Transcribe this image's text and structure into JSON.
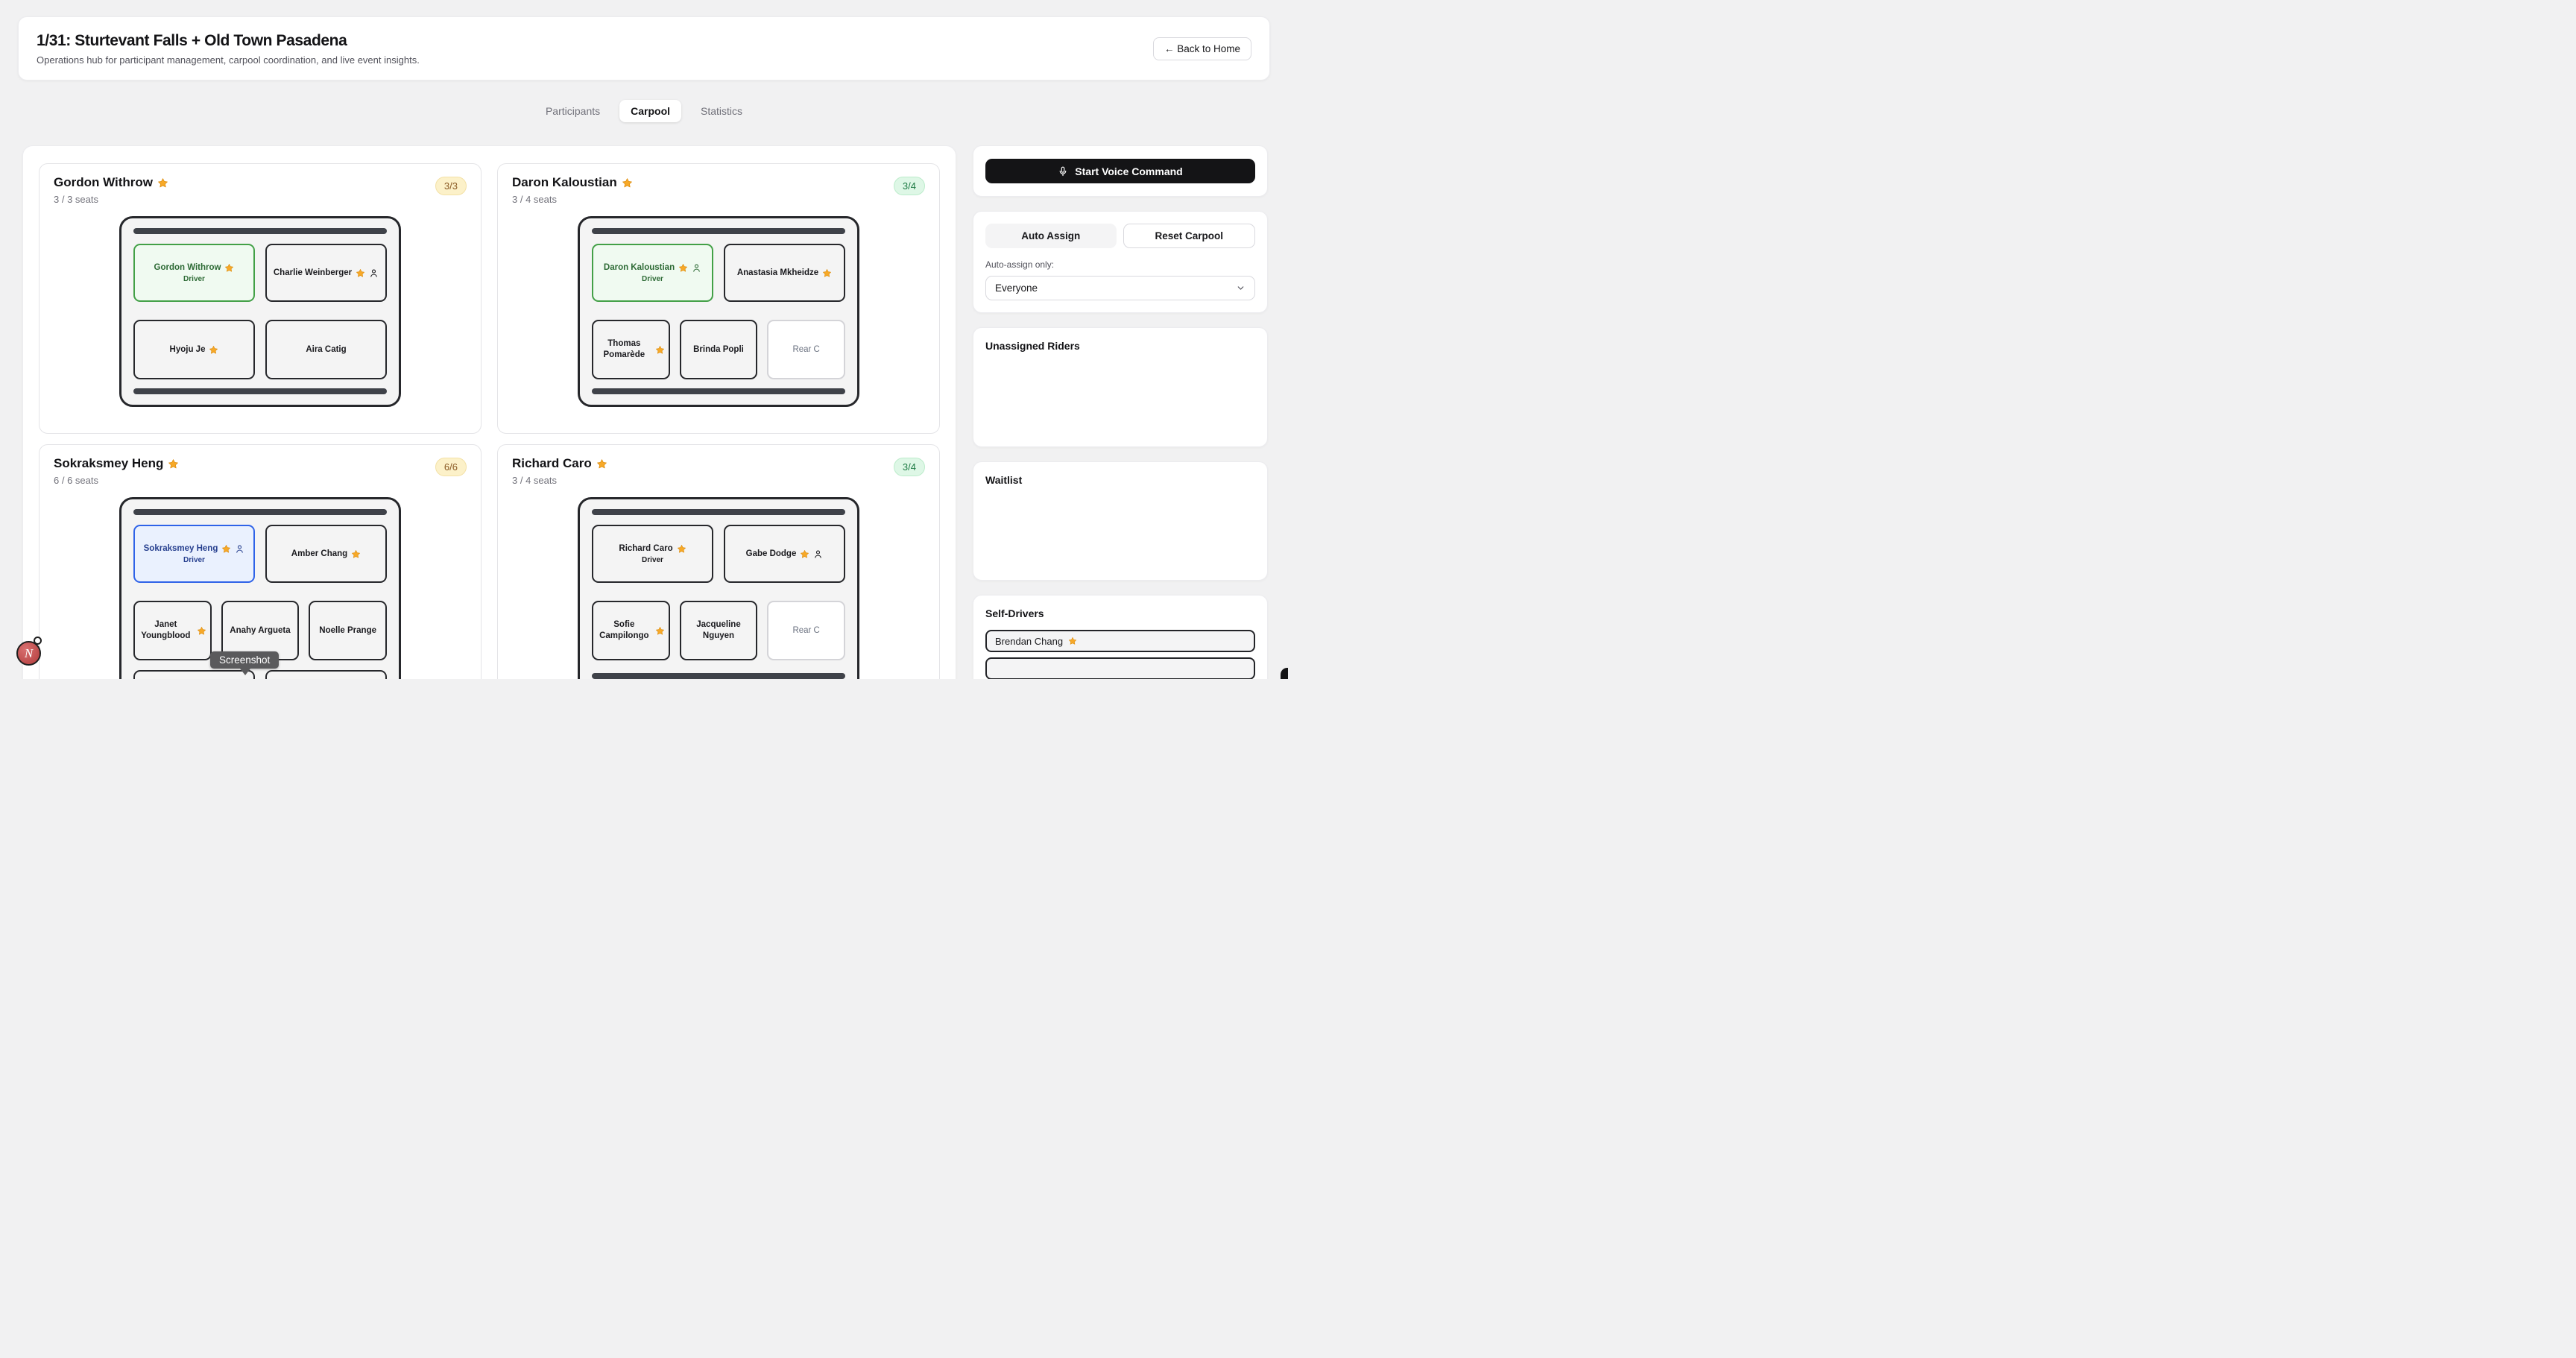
{
  "header": {
    "title": "1/31: Sturtevant Falls + Old Town Pasadena",
    "subtitle": "Operations hub for participant management, carpool coordination, and live event insights.",
    "back_button": "← Back to Home"
  },
  "tabs": {
    "participants": "Participants",
    "carpool": "Carpool",
    "statistics": "Statistics"
  },
  "cars": [
    {
      "title": "Gordon Withrow",
      "seats_label": "3 / 3 seats",
      "badge": "3/3",
      "badge_variant": "yellow",
      "driver": {
        "name": "Gordon Withrow",
        "sub": "Driver",
        "starred": true,
        "highlight": "green"
      },
      "front_passenger": {
        "name": "Charlie Weinberger",
        "starred": true,
        "person_icon": true
      },
      "rear": [
        {
          "name": "Hyoju Je",
          "starred": true
        },
        {
          "name": "Aira Catig",
          "starred": false
        }
      ]
    },
    {
      "title": "Daron Kaloustian",
      "seats_label": "3 / 4 seats",
      "badge": "3/4",
      "badge_variant": "green",
      "driver": {
        "name": "Daron Kaloustian",
        "sub": "Driver",
        "starred": true,
        "person_icon": true,
        "highlight": "green"
      },
      "front_passenger": {
        "name": "Anastasia Mkheidze",
        "starred": true
      },
      "rear": [
        {
          "name": "Thomas Pomarède",
          "starred": true
        },
        {
          "name": "Brinda Popli",
          "starred": false
        },
        {
          "name": "Rear C",
          "empty": true
        }
      ]
    },
    {
      "title": "Sokraksmey Heng",
      "seats_label": "6 / 6 seats",
      "badge": "6/6",
      "badge_variant": "yellow",
      "driver": {
        "name": "Sokraksmey Heng",
        "sub": "Driver",
        "starred": true,
        "person_icon": true,
        "highlight": "blue"
      },
      "front_passenger": {
        "name": "Amber Chang",
        "starred": true
      },
      "middle": [
        {
          "name": "Janet Youngblood",
          "starred": true
        },
        {
          "name": "Anahy Argueta",
          "starred": false
        },
        {
          "name": "Noelle Prange",
          "starred": false
        }
      ]
    },
    {
      "title": "Richard Caro",
      "seats_label": "3 / 4 seats",
      "badge": "3/4",
      "badge_variant": "green",
      "driver": {
        "name": "Richard Caro",
        "sub": "Driver",
        "starred": true
      },
      "front_passenger": {
        "name": "Gabe Dodge",
        "starred": true,
        "person_icon": true
      },
      "middle": [
        {
          "name": "Sofie Campilongo",
          "starred": true
        },
        {
          "name": "Jacqueline Nguyen",
          "starred": false
        },
        {
          "name": "Rear C",
          "empty": true
        }
      ]
    }
  ],
  "sidebar": {
    "voice_button": "Start Voice Command",
    "auto_assign_button": "Auto Assign",
    "reset_button": "Reset Carpool",
    "auto_assign_only_label": "Auto-assign only:",
    "auto_assign_select_value": "Everyone",
    "unassigned_title": "Unassigned Riders",
    "waitlist_title": "Waitlist",
    "self_drivers_title": "Self-Drivers",
    "self_drivers": [
      {
        "name": "Brendan Chang",
        "starred": true
      }
    ]
  },
  "overlay": {
    "screenshot_tooltip": "Screenshot",
    "presence_letter": "N"
  },
  "colors": {
    "page_bg": "#f1f1f2",
    "card_bg": "#ffffff",
    "car_border": "#26272b",
    "car_bg": "#f4f4f4",
    "driver_green_border": "#43a047",
    "driver_green_bg": "#f0faf1",
    "driver_green_text": "#2d6a35",
    "driver_blue_border": "#2f63e8",
    "driver_blue_bg": "#eaf1fe",
    "driver_blue_text": "#27408f",
    "badge_yellow_bg": "#fcf1c9",
    "badge_yellow_text": "#8a5a25",
    "badge_green_bg": "#def7e6",
    "badge_green_text": "#1d7a43",
    "empty_seat_border": "#d4d4d8",
    "star": "#f7a928",
    "voice_button_bg": "#141416",
    "tooltip_bg": "#5a5a5c",
    "presence_bubble": "#b23c3c"
  }
}
